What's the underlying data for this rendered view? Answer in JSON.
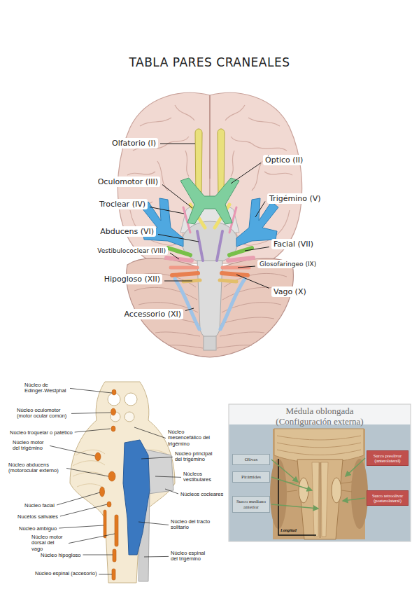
{
  "diagram": {
    "title": "TABLA PARES CRANEALES",
    "nodes": [
      {
        "text": [
          "Médula oblongada (Configuración externa)"
        ]
      },
      {
        "text": [
          "Olivas"
        ],
        "in": 0
      },
      {
        "text": [
          "Pirámides"
        ],
        "in": 0
      },
      {
        "text": [
          "Surco mediano anterior"
        ],
        "in": 0
      },
      {
        "text": [
          "Surco preolivar (anterolateral)"
        ],
        "in": 0
      },
      {
        "text": [
          "Surco retroolivar (posterolateral)"
        ],
        "in": 0
      }
    ],
    "labels": [
      "Olfatorio (I)",
      "Óptico (II)",
      "Oculomotor (III)",
      "Trigémino (V)",
      "Troclear (IV)",
      "Abducens (VI)",
      "Vestibulococlear (VIII)",
      "Facial (VII)",
      "Glosofaringeo (IX)",
      "Hipogloso (XII)",
      "Vago (X)",
      "Accessorio (XI)",
      "Núcleo de Edinger-Westphal",
      "Núcleo oculomotor (motor ocular común)",
      "Núcleo troquelar o patético",
      "Núcleo motor del trigémino",
      "Núcleo abducens (motorocular externo)",
      "Núcleo facial",
      "Nucélos salivales",
      "Núcleo ambiguo",
      "Núcleo motor dorsal del vago",
      "Núcleo hipogloso",
      "Núcleo espinal (accesorio)",
      "Núcleo mesencefálico del trigémino",
      "Núcleo principal del trigémino",
      "Núcleos vestibulares",
      "Núcleos cocleares",
      "Núcleo del tracto solitario",
      "Núcleo espinal del trigémino",
      "Longitud"
    ]
  }
}
